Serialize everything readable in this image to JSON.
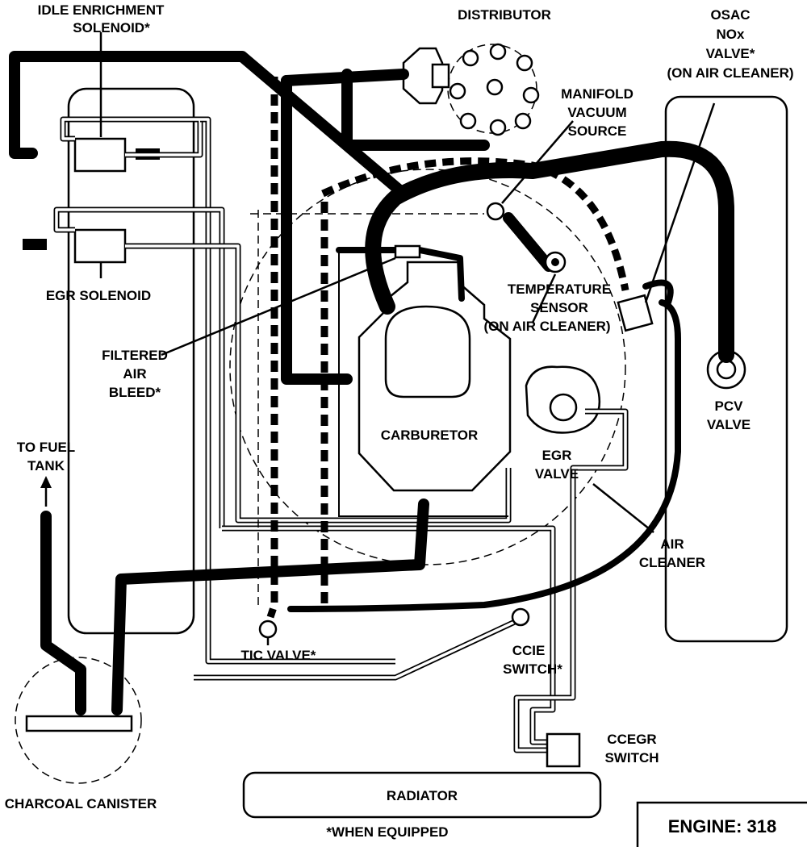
{
  "labels": {
    "idle_enrichment_1": "IDLE ENRICHMENT",
    "idle_enrichment_2": "SOLENOID*",
    "distributor": "DISTRIBUTOR",
    "osac_1": "OSAC",
    "osac_2": "NOx",
    "osac_3": "VALVE*",
    "osac_4": "(ON AIR CLEANER)",
    "manifold_1": "MANIFOLD",
    "manifold_2": "VACUUM",
    "manifold_3": "SOURCE",
    "egr_solenoid": "EGR SOLENOID",
    "temp_sensor_1": "TEMPERATURE",
    "temp_sensor_2": "SENSOR",
    "temp_sensor_3": "(ON AIR CLEANER)",
    "filtered_1": "FILTERED",
    "filtered_2": "AIR",
    "filtered_3": "BLEED*",
    "pcv_1": "PCV",
    "pcv_2": "VALVE",
    "to_fuel_1": "TO FUEL",
    "to_fuel_2": "TANK",
    "carburetor": "CARBURETOR",
    "egr_valve_1": "EGR",
    "egr_valve_2": "VALVE",
    "air_cleaner_1": "AIR",
    "air_cleaner_2": "CLEANER",
    "tic_valve": "TIC VALVE*",
    "ccie_1": "CCIE",
    "ccie_2": "SWITCH*",
    "ccegr_1": "CCEGR",
    "ccegr_2": "SWITCH",
    "charcoal_canister": "CHARCOAL CANISTER",
    "radiator": "RADIATOR",
    "when_equipped": "*WHEN EQUIPPED",
    "engine": "ENGINE: 318"
  }
}
